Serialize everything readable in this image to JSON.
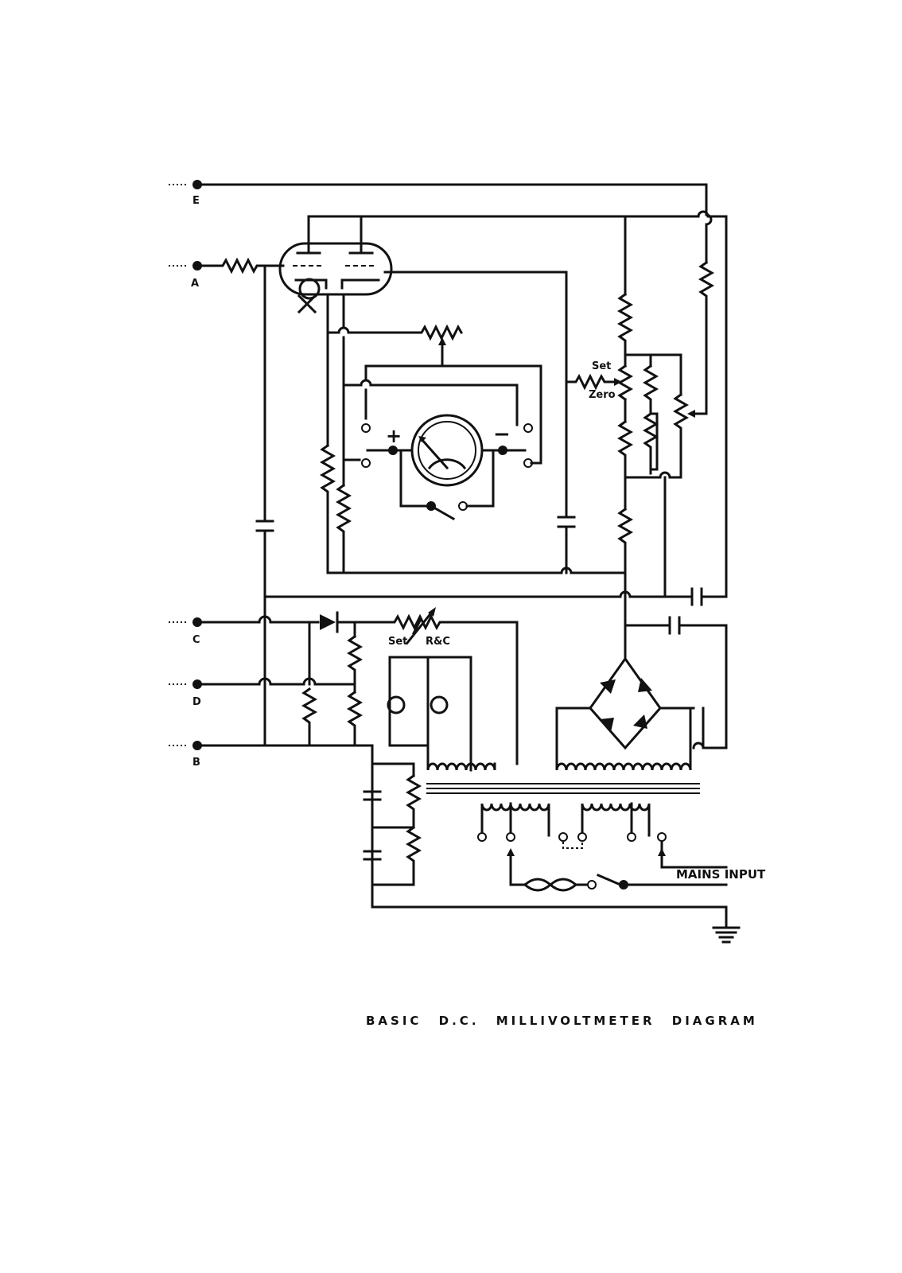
{
  "diagram": {
    "caption": "BASIC D.C. MILLIVOLTMETER DIAGRAM",
    "terminals": [
      "E",
      "A",
      "C",
      "D",
      "B"
    ],
    "labels": {
      "meter_plus": "+",
      "meter_minus": "−",
      "set_zero_top": "Set",
      "set_zero_bottom": "Zero",
      "set_rc_left": "Set",
      "set_rc_right": "R&C",
      "mains_input": "MAINS INPUT"
    }
  }
}
